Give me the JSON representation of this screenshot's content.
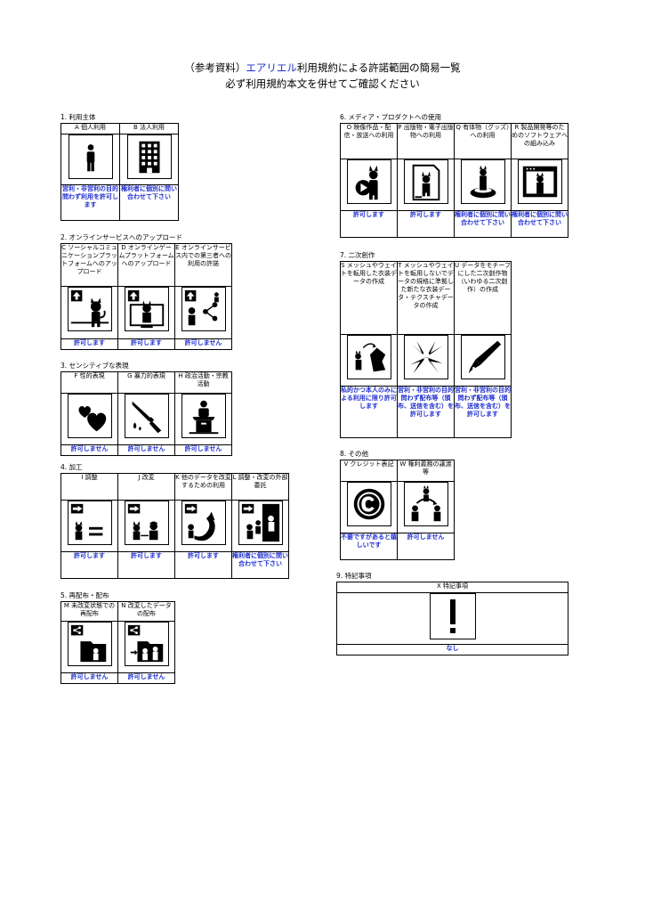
{
  "title": {
    "line1_prefix": "（参考資料）",
    "line1_highlight": "エアリエル",
    "line1_suffix": "利用規約による許諾範囲の簡易一覧",
    "line2": "必ず利用規約本文を併せてご確認ください"
  },
  "sections": {
    "s1": {
      "title": "1. 利用主体",
      "items": [
        {
          "label": "A 個人利用",
          "icon": "person-icon",
          "status": "営利・非営利の目的問わず利用を許可します"
        },
        {
          "label": "B 法人利用",
          "icon": "building-icon",
          "status": "権利者に個別に問い合わせて下さい"
        }
      ]
    },
    "s2": {
      "title": "2. オンラインサービスへのアップロード",
      "items": [
        {
          "label": "C ソーシャルコミュニケーションプラットフォームへのアップロード",
          "icon": "upload-social-icon",
          "status": "許可します"
        },
        {
          "label": "D オンラインゲームプラットフォームへのアップロード",
          "icon": "upload-game-icon",
          "status": "許可します"
        },
        {
          "label": "E オンラインサービス内での第三者への利用の許諾",
          "icon": "upload-share-icon",
          "status": "許可しません"
        }
      ]
    },
    "s3": {
      "title": "3. センシティブな表現",
      "items": [
        {
          "label": "F 性的表現",
          "icon": "hearts-icon",
          "status": "許可しません"
        },
        {
          "label": "G 暴力的表現",
          "icon": "knife-icon",
          "status": "許可しません"
        },
        {
          "label": "H 政治活動・宗教活動",
          "icon": "podium-icon",
          "status": "許可しません"
        }
      ]
    },
    "s4": {
      "title": "4. 加工",
      "items": [
        {
          "label": "I 調整",
          "icon": "adjust-icon",
          "status": "許可します"
        },
        {
          "label": "J 改変",
          "icon": "modify-icon",
          "status": "許可します"
        },
        {
          "label": "K 他のデータを改変するための利用",
          "icon": "reuse-data-icon",
          "status": "許可します"
        },
        {
          "label": "L 調整・改変の外部委託",
          "icon": "outsource-icon",
          "status": "権利者に個別に問い合わせて下さい"
        }
      ]
    },
    "s5": {
      "title": "5. 再配布・配布",
      "items": [
        {
          "label": "M 未改変状態での再配布",
          "icon": "redistribute-icon",
          "status": "許可しません"
        },
        {
          "label": "N 改変したデータの配布",
          "icon": "distribute-modified-icon",
          "status": "許可しません"
        }
      ]
    },
    "s6": {
      "title": "6. メディア・プロダクトへの使用",
      "items": [
        {
          "label": "O 映像作品・配信・放送への利用",
          "icon": "video-icon",
          "status": "許可します"
        },
        {
          "label": "P 出版物・電子出版物への利用",
          "icon": "publication-icon",
          "status": "許可します"
        },
        {
          "label": "Q 有体物（グッズ）への利用",
          "icon": "goods-icon",
          "status": "権利者に個別に問い合わせて下さい"
        },
        {
          "label": "R 製品開発等のためのソフトウェアへの組み込み",
          "icon": "software-icon",
          "status": "権利者に個別に問い合わせて下さい"
        }
      ]
    },
    "s7": {
      "title": "7. 二次創作",
      "items": [
        {
          "label": "S メッシュやウェイトを転用した衣装データの作成",
          "icon": "costume-icon",
          "status": "私的かつ本人のみによる利用に限り許可します"
        },
        {
          "label": "T メッシュやウェイトを転用しないでデータの規格に準拠した新たな衣装データ・テクスチャデータの作成",
          "icon": "new-costume-icon",
          "status": "営利・非営利の目的問わず配布等（頒布、送信を含む）を許可します"
        },
        {
          "label": "U データをモチーフにした二次創作物（いわゆる二次創作）の作成",
          "icon": "pen-nib-icon",
          "status": "営利・非営利の目的問わず配布等（頒布、送信を含む）を許可します"
        }
      ]
    },
    "s8": {
      "title": "8. その他",
      "items": [
        {
          "label": "V クレジット表記",
          "icon": "copyright-icon",
          "status": "不要ですがあると嬉しいです"
        },
        {
          "label": "W 権利義務の譲渡等",
          "icon": "transfer-icon",
          "status": "許可しません"
        }
      ]
    },
    "s9": {
      "title": "9. 特記事項",
      "items": [
        {
          "label": "X 特記事項",
          "icon": "exclamation-icon",
          "status": "なし"
        }
      ]
    }
  },
  "colors": {
    "accent": "#1f2fcf",
    "ink": "#000000"
  }
}
